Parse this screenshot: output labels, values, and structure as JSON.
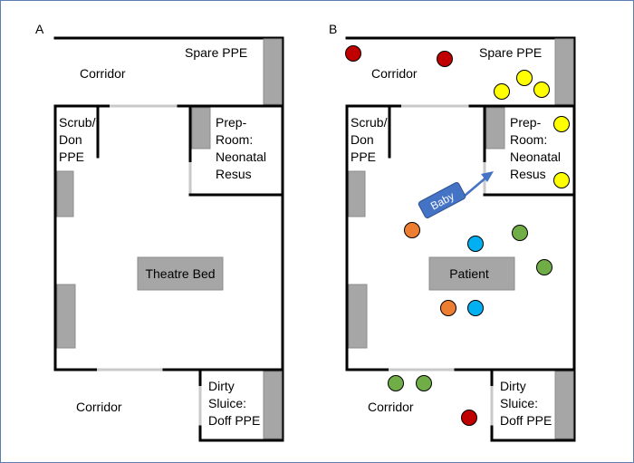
{
  "panel_a": {
    "letter": "A",
    "rooms": {
      "corridor_top": "Corridor",
      "spare_ppe": "Spare PPE",
      "scrub": [
        "Scrub/",
        "Don",
        "PPE"
      ],
      "prep": [
        "Prep-",
        "Room:",
        "Neonatal",
        "Resus"
      ],
      "bed": "Theatre Bed",
      "corridor_bottom": "Corridor",
      "sluice": [
        "Dirty",
        "Sluice:",
        "Doff PPE"
      ]
    }
  },
  "panel_b": {
    "letter": "B",
    "rooms": {
      "corridor_top": "Corridor",
      "spare_ppe": "Spare PPE",
      "scrub": [
        "Scrub/",
        "Don",
        "PPE"
      ],
      "prep": [
        "Prep-",
        "Room:",
        "Neonatal",
        "Resus"
      ],
      "bed": "Patient",
      "corridor_bottom": "Corridor",
      "sluice": [
        "Dirty",
        "Sluice:",
        "Doff PPE"
      ]
    },
    "baby_label": "Baby"
  },
  "colors": {
    "red": "#c00000",
    "yellow": "#ffff00",
    "blue": "#00b0f0",
    "green": "#70ad47",
    "orange": "#ed7d31",
    "arrow": "#4472c4",
    "frame": "#5b7fb0"
  },
  "people": [
    {
      "color": "red",
      "area": "corridor-top"
    },
    {
      "color": "red",
      "area": "corridor-top"
    },
    {
      "color": "red",
      "area": "corridor-bottom"
    },
    {
      "color": "yellow",
      "area": "spare-ppe"
    },
    {
      "color": "yellow",
      "area": "spare-ppe"
    },
    {
      "color": "yellow",
      "area": "spare-ppe"
    },
    {
      "color": "yellow",
      "area": "prep-room"
    },
    {
      "color": "yellow",
      "area": "prep-room"
    },
    {
      "color": "green",
      "area": "theatre"
    },
    {
      "color": "green",
      "area": "theatre"
    },
    {
      "color": "green",
      "area": "corridor-bottom"
    },
    {
      "color": "green",
      "area": "corridor-bottom"
    },
    {
      "color": "blue",
      "area": "theatre"
    },
    {
      "color": "blue",
      "area": "theatre"
    },
    {
      "color": "orange",
      "area": "theatre"
    },
    {
      "color": "orange",
      "area": "theatre"
    }
  ]
}
